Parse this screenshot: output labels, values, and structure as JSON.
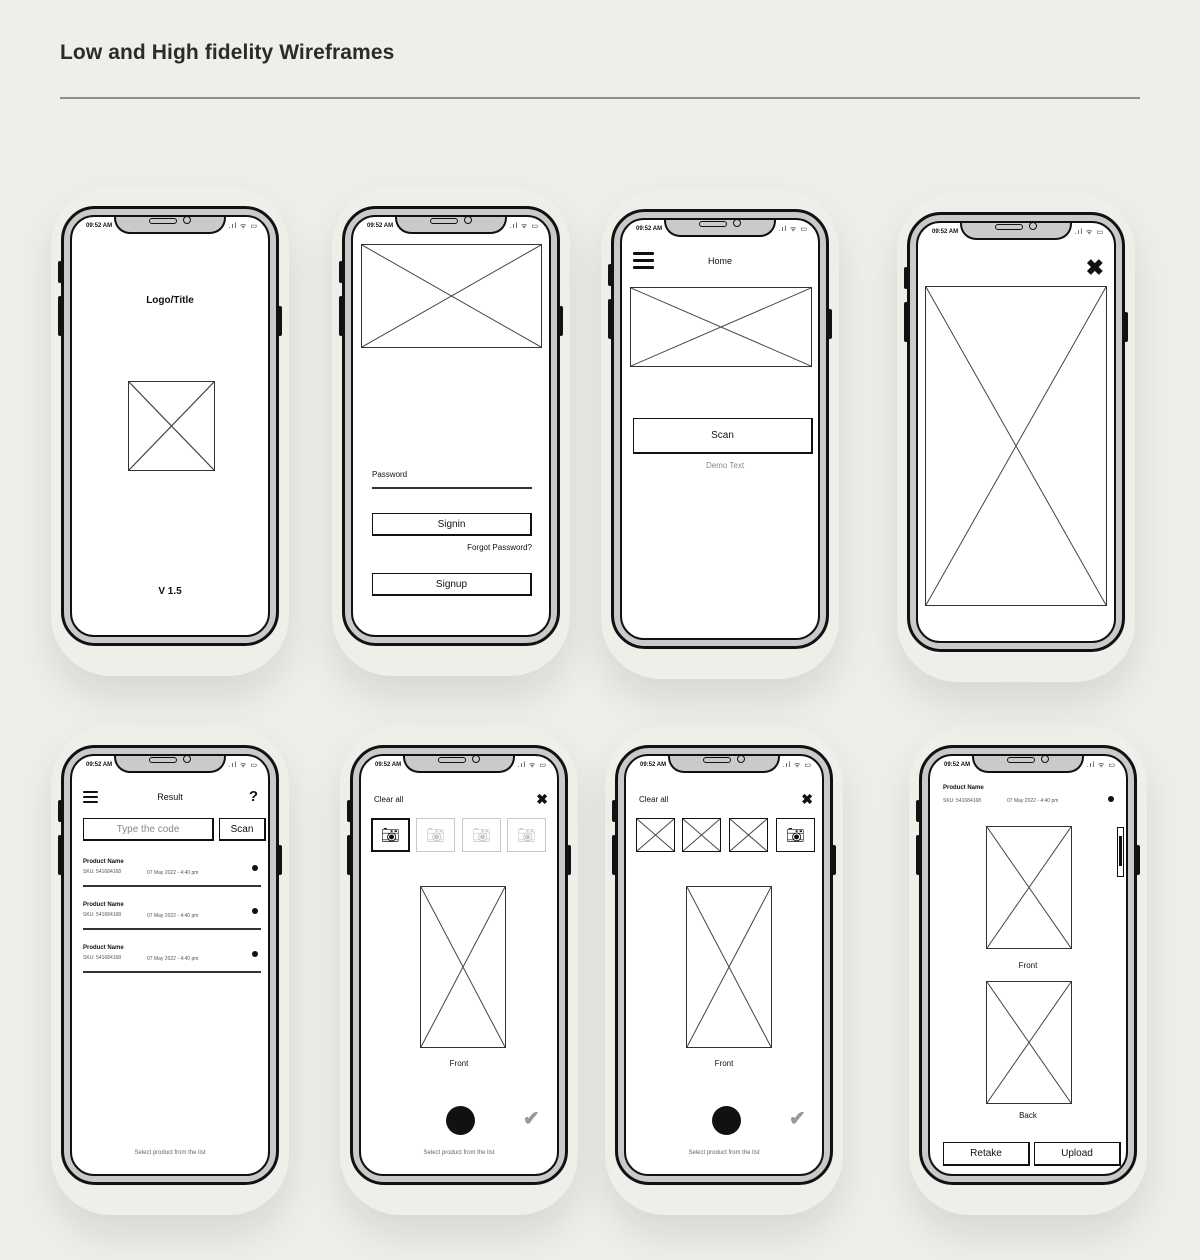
{
  "page": {
    "title": "Low and High fidelity Wireframes"
  },
  "status": {
    "time": "09:52 AM",
    "icons": ".ıl ᯤ ▭"
  },
  "splash": {
    "title": "Logo/Title",
    "version": "V 1.5"
  },
  "login": {
    "password_label": "Password",
    "signin": "Signin",
    "forgot": "Forgot Password?",
    "signup": "Signup"
  },
  "home": {
    "title": "Home",
    "scan": "Scan",
    "demo": "Demo Text"
  },
  "camera_full": {
    "close_icon": "close-icon"
  },
  "result": {
    "title": "Result",
    "help": "?",
    "search_placeholder": "Type the code",
    "scan": "Scan",
    "items": [
      {
        "name": "Product Name",
        "sku": "SKU: 541684168",
        "date": "07 May 2022 - 4:40 pm"
      },
      {
        "name": "Product Name",
        "sku": "SKU: 541684168",
        "date": "07 May 2022 - 4:40 pm"
      },
      {
        "name": "Product Name",
        "sku": "SKU: 541684168",
        "date": "07 May 2022 - 4:40 pm"
      }
    ],
    "footer": "Select product from the list"
  },
  "capture1": {
    "clear": "Clear all",
    "label": "Front",
    "footer": "Select product from the list"
  },
  "capture2": {
    "clear": "Clear all",
    "label": "Front",
    "footer": "Select product from the list"
  },
  "review": {
    "name": "Product Name",
    "sku": "SKU: 541684168",
    "date": "07 May 2022 - 4:40 pm",
    "front": "Front",
    "back": "Back",
    "retake": "Retake",
    "upload": "Upload"
  }
}
